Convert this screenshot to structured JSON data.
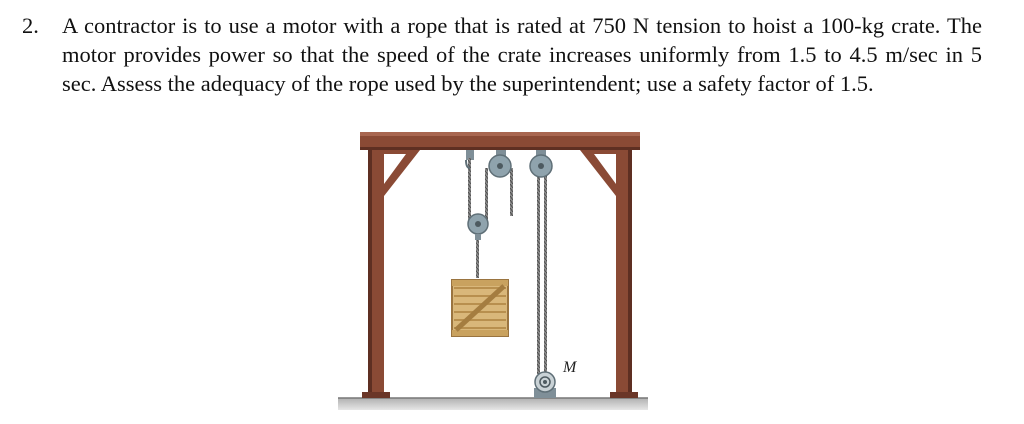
{
  "problem": {
    "number": "2.",
    "text": "A contractor is to use a motor with a rope that is rated at 750 N tension to hoist a 100-kg crate. The motor provides power so that the speed of the crate increases uniformly from 1.5 to 4.5 m/sec in 5 sec. Assess the adequacy of the rope used by the superintendent; use a safety factor of 1.5."
  },
  "figure": {
    "motor_label": "M",
    "colors": {
      "frame": "#8a4a35",
      "frame_dark": "#5e2f22",
      "crate": "#d9b77a",
      "crate_slat": "#b88f4e",
      "ground": "#9a9a9a",
      "pulley": "#8fa3ad",
      "rope": "#6b6b6b"
    }
  }
}
